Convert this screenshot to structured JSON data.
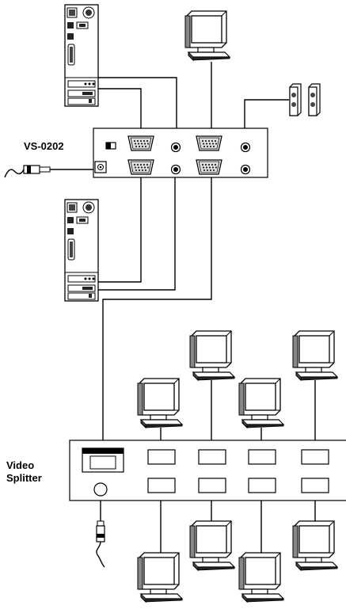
{
  "labels": {
    "switch_model": "VS-0202",
    "splitter_line1": "Video",
    "splitter_line2": "Splitter"
  },
  "icons": {
    "computer": "computer-tower-icon",
    "monitor": "crt-monitor-icon",
    "speakers": "speakers-icon",
    "power_adapter": "power-adapter-icon"
  },
  "colors": {
    "line": "#000000",
    "background": "#ffffff"
  }
}
